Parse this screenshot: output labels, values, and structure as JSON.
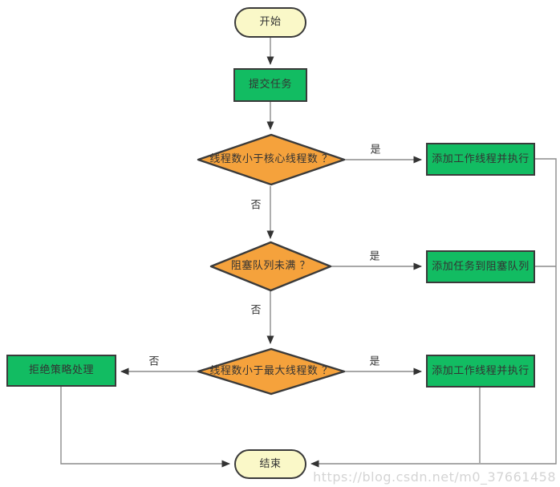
{
  "flowchart": {
    "nodes": {
      "start": "开始",
      "submit_task": "提交任务",
      "decision_core": "线程数小于核心线程数 ？",
      "add_worker_top": "添加工作线程并执行",
      "decision_queue": "阻塞队列未满 ？",
      "add_to_queue": "添加任务到阻塞队列",
      "decision_max": "线程数小于最大线程数 ？",
      "add_worker_bottom": "添加工作线程并执行",
      "reject_policy": "拒绝策略处理",
      "end": "结束"
    },
    "edge_labels": {
      "core_yes": "是",
      "core_no": "否",
      "queue_yes": "是",
      "queue_no": "否",
      "max_yes": "是",
      "max_no": "否"
    },
    "colors": {
      "process_fill": "#12bc62",
      "decision_fill": "#f5a23c",
      "terminal_fill": "#faf8c8",
      "node_border": "#3a3a3a",
      "connector_line": "#8c8c8c",
      "arrowhead": "#333333",
      "text": "#333333",
      "watermark_text": "#a0a0a0"
    },
    "watermark": "https://blog.csdn.net/m0_37661458"
  }
}
